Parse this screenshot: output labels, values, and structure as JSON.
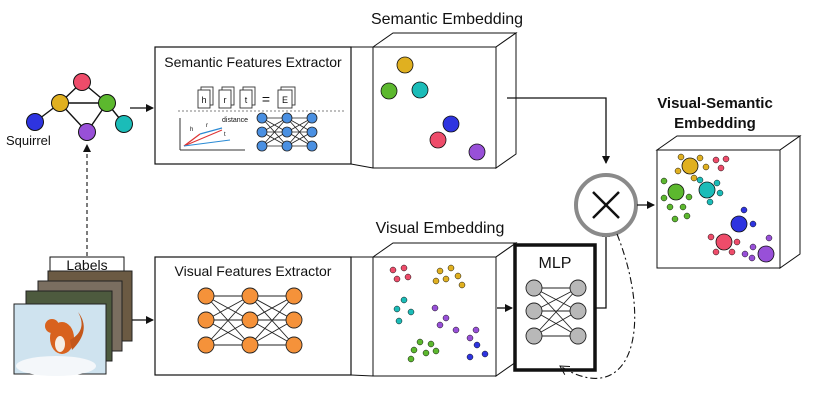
{
  "texts": {
    "semantic_embedding": "Semantic Embedding",
    "semantic_extractor": "Semantic Features Extractor",
    "visual_embedding": "Visual Embedding",
    "visual_extractor": "Visual Features Extractor",
    "vse_line1": "Visual-Semantic",
    "vse_line2": "Embedding",
    "mlp": "MLP",
    "labels": "Labels",
    "squirrel": "Squirrel",
    "transe_h": "h",
    "transe_r": "r",
    "transe_t": "t",
    "transe_e": "E",
    "transe_eq": "=",
    "distance": "distance",
    "plot_h": "h",
    "plot_r": "r",
    "plot_t": "t"
  },
  "colors": {
    "yellow": "#e0b020",
    "green": "#5cb82e",
    "teal": "#1bbcb8",
    "blue": "#2e34e0",
    "pink": "#ee4c6a",
    "purple": "#9850d8",
    "red_node": "#ee4c6a",
    "orange_node": "#f5923a",
    "blue_node": "#4a90e2",
    "gray_node": "#b8b8b8"
  }
}
